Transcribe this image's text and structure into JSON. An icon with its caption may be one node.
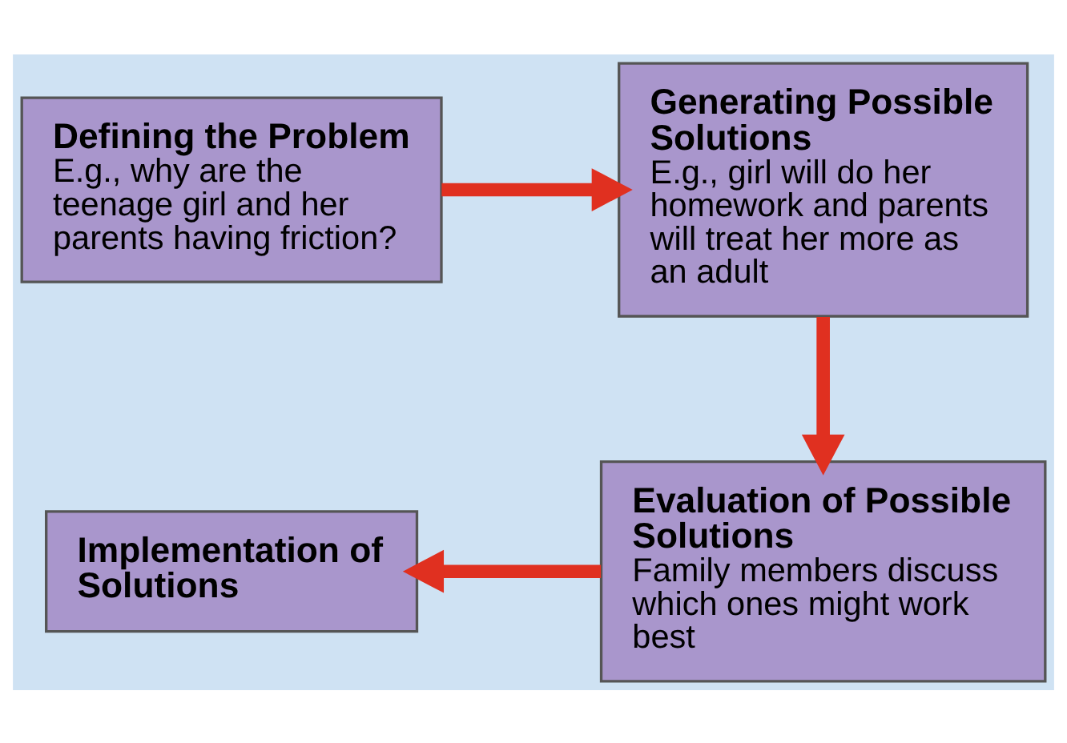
{
  "diagram": {
    "nodes": [
      {
        "text": [
          "Defining the Problem",
          "E.g., why are the teenage girl and her parents having friction?"
        ]
      },
      {
        "text": [
          "Generating Possible Solutions",
          "E.g., girl will do her homework and parents will treat her more as an adult"
        ]
      },
      {
        "text": [
          "Evaluation of Possible Solutions",
          "Family members discuss which ones might work best"
        ]
      },
      {
        "text": [
          "Implementation of Solutions"
        ]
      }
    ],
    "edges": [
      {
        "from": 0,
        "to": 1,
        "arrow": "to"
      },
      {
        "from": 1,
        "to": 2,
        "arrow": "to"
      },
      {
        "from": 2,
        "to": 3,
        "arrow": "to"
      }
    ]
  }
}
